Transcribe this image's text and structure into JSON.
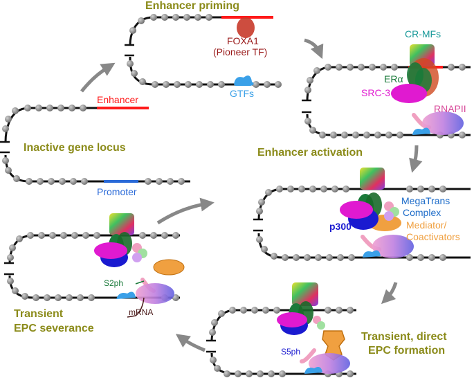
{
  "stages": {
    "inactive": "Inactive gene locus",
    "priming": "Enhancer priming",
    "activation": "Enhancer activation",
    "direct_1": "Transient, direct",
    "direct_2": "EPC formation",
    "severance_1": "Transient",
    "severance_2": "EPC severance"
  },
  "labels": {
    "enhancer": "Enhancer",
    "promoter": "Promoter",
    "foxa1": "FOXA1",
    "pioneer": "(Pioneer TF)",
    "gtfs": "GTFs",
    "crmfs": "CR-MFs",
    "era": "ERα",
    "src3": "SRC-3",
    "rnapii": "RNAPII",
    "megatrans_1": "MegaTrans",
    "megatrans_2": "Complex",
    "p300": "p300",
    "mediator_1": "Mediator/",
    "mediator_2": "Coactivators",
    "s2ph": "S2ph",
    "mrna": "mRNA",
    "s5ph": "S5ph"
  },
  "colors": {
    "stage_text": "#8b8b1a",
    "enhancer": "#ff1a1a",
    "promoter": "#2a6ad8",
    "foxa1": "#9a1a1a",
    "gtfs": "#3aa0e8",
    "crmfs": "#1a9a9a",
    "era": "#1a7a3a",
    "src3": "#e01ad0",
    "rnapii": "#d84a9a",
    "megatrans": "#1a6ac8",
    "p300": "#1a1ad0",
    "mediator": "#f0a040",
    "s2ph": "#1a7a3a",
    "mrna": "#4a1a1a",
    "s5ph": "#1a1ad0",
    "arrow": "#888888"
  }
}
